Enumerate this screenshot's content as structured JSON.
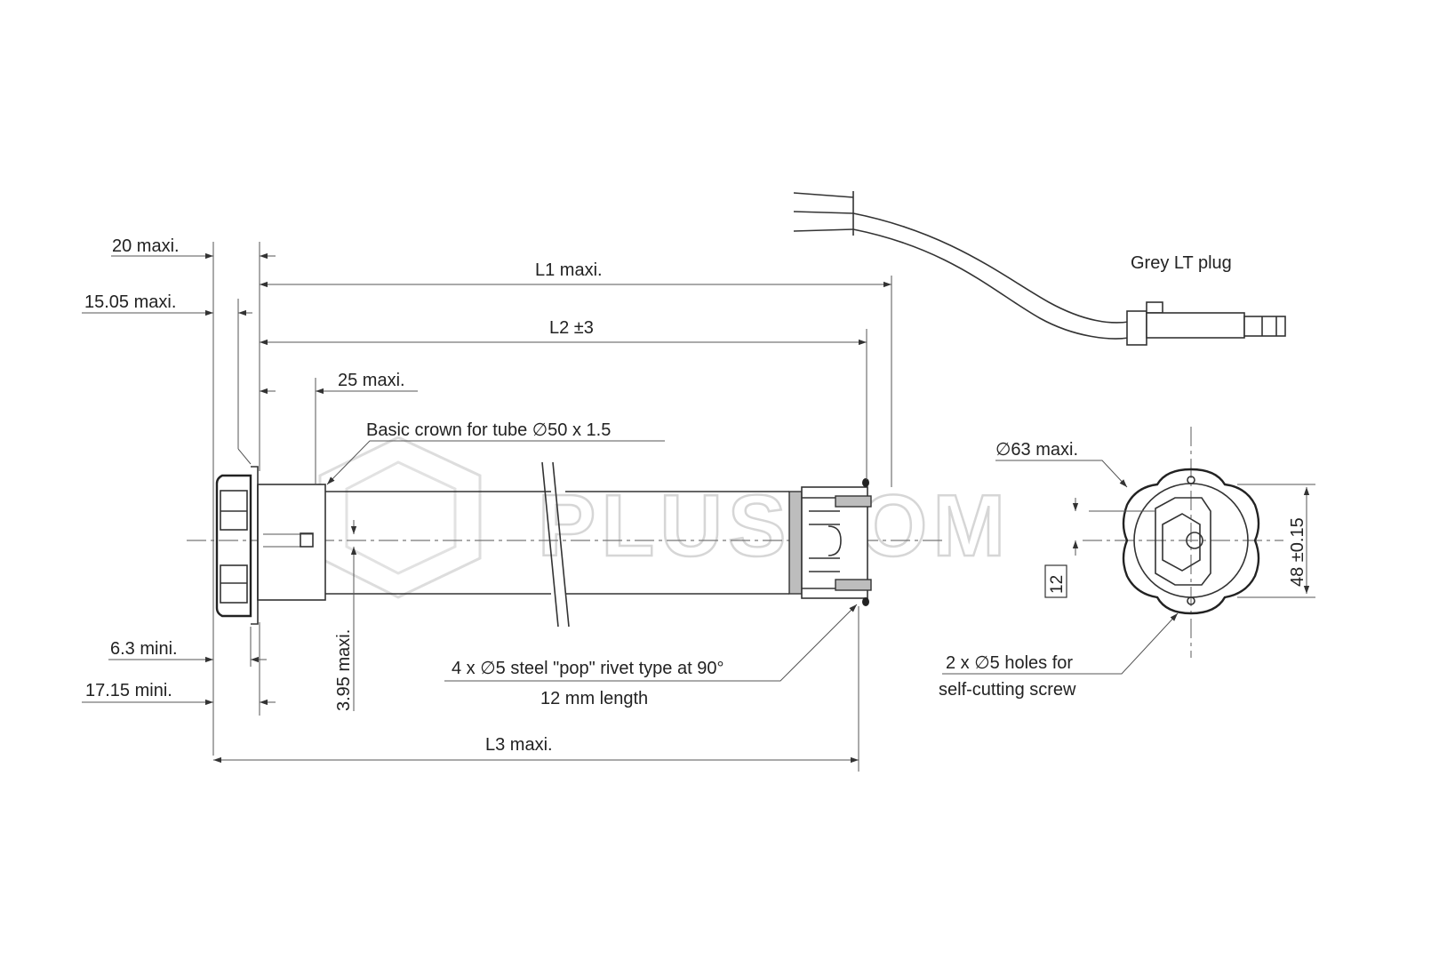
{
  "dimensions": {
    "d20": "20 maxi.",
    "d1505": "15.05 maxi.",
    "l1": "L1 maxi.",
    "l2": "L2 ±3",
    "d25": "25 maxi.",
    "crown": "Basic crown for tube ∅50 x 1.5",
    "d63": "∅63 maxi.",
    "d48": "48 ±0.15",
    "d12": "12",
    "d63mini": "6.3 mini.",
    "d1715": "17.15 mini.",
    "d395": "3.95 maxi.",
    "rivet1": "4 x ∅5 steel \"pop\" rivet type at 90°",
    "rivet2": "12 mm length",
    "l3": "L3 maxi.",
    "holes1": "2 x ∅5 holes for",
    "holes2": "self-cutting screw",
    "plug": "Grey LT plug"
  },
  "watermark": "PLUSCOM"
}
